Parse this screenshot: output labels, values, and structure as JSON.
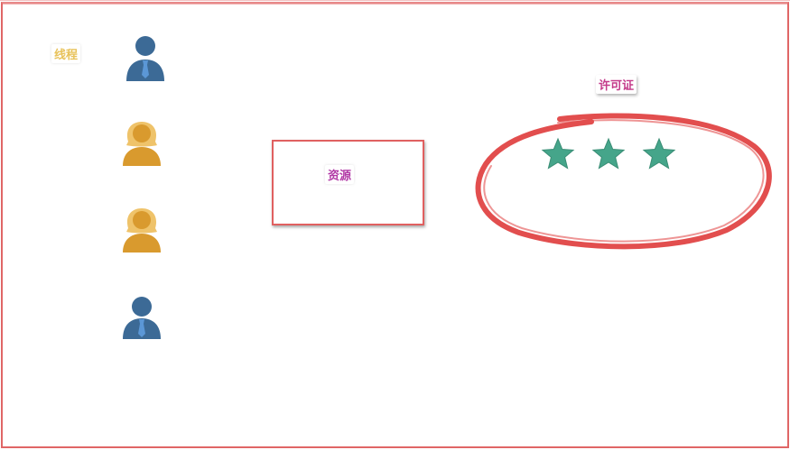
{
  "labels": {
    "thread": "线程",
    "resource": "资源",
    "license": "许可证"
  },
  "threads": [
    {
      "figure": "male-person-icon"
    },
    {
      "figure": "female-person-icon"
    },
    {
      "figure": "female-person-icon"
    },
    {
      "figure": "male-person-icon"
    }
  ],
  "license_stars": 3,
  "colors": {
    "frame": "#e06666",
    "male_body": "#3c6a96",
    "tie": "#5b97d6",
    "female_hair": "#efc36a",
    "female_body": "#d99a2e",
    "star": "#45a58a",
    "ellipse": "#e24e4e",
    "thread_label": "#e8c25a",
    "resource_label": "#b23aa6",
    "license_label": "#c43a8a"
  }
}
